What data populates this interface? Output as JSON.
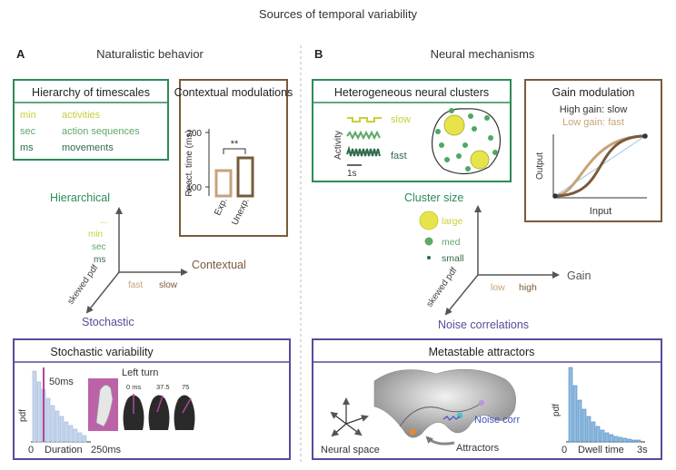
{
  "title": "Sources of temporal variability",
  "colors": {
    "green": "#2e8b57",
    "lime": "#c9cf3a",
    "brown": "#7a5a3c",
    "tan": "#c7a27a",
    "purple": "#5a4a9c",
    "lightblue": "#9fc2de",
    "blue": "#4e88c0",
    "magenta": "#b0479a"
  },
  "panelA": {
    "letter": "A",
    "heading": "Naturalistic behavior",
    "hierarchy": {
      "title": "Hierarchy of timescales",
      "rows": [
        {
          "scale": "min",
          "label": "activities"
        },
        {
          "scale": "sec",
          "label": "action sequences"
        },
        {
          "scale": "ms",
          "label": "movements"
        }
      ]
    },
    "contextual": {
      "title": "Contextual modulations",
      "ylabel": "React. time (ms)",
      "ytick_top": "200",
      "ytick_bottom": "100",
      "sig": "**",
      "bar1": "Exp.",
      "bar2": "Unexp."
    },
    "axes": {
      "y": "Hierarchical",
      "x": "Contextual",
      "z": "Stochastic",
      "dots": "...",
      "y_ticks": [
        "min",
        "sec",
        "ms"
      ],
      "x_fast": "fast",
      "x_slow": "slow",
      "z_label": "skewed pdf"
    },
    "stochastic": {
      "title": "Stochastic variability",
      "ylabel": "pdf",
      "marker": "50ms",
      "x0": "0",
      "xlabel": "Duration",
      "x_end": "250ms",
      "turn_title": "Left turn",
      "times": [
        "0 ms",
        "37.5",
        "75"
      ]
    }
  },
  "panelB": {
    "letter": "B",
    "heading": "Neural mechanisms",
    "clusters": {
      "title": "Heterogeneous neural clusters",
      "activity": "Activity",
      "slow": "slow",
      "fast": "fast",
      "scale": "1s"
    },
    "gain": {
      "title": "Gain modulation",
      "high": "High gain: slow",
      "low": "Low gain: fast",
      "ylabel": "Output",
      "xlabel": "Input"
    },
    "axes": {
      "y": "Cluster size",
      "x": "Gain",
      "z": "Noise correlations",
      "sizes": [
        "large",
        "med",
        "small"
      ],
      "x_low": "low",
      "x_high": "high",
      "z_label": "skewed pdf"
    },
    "metastable": {
      "title": "Metastable attractors",
      "neural_space": "Neural space",
      "noise_corr": "Noise corr",
      "attractors": "Attractors",
      "ylabel": "pdf",
      "x0": "0",
      "xlabel": "Dwell time",
      "x_end": "3s"
    }
  }
}
